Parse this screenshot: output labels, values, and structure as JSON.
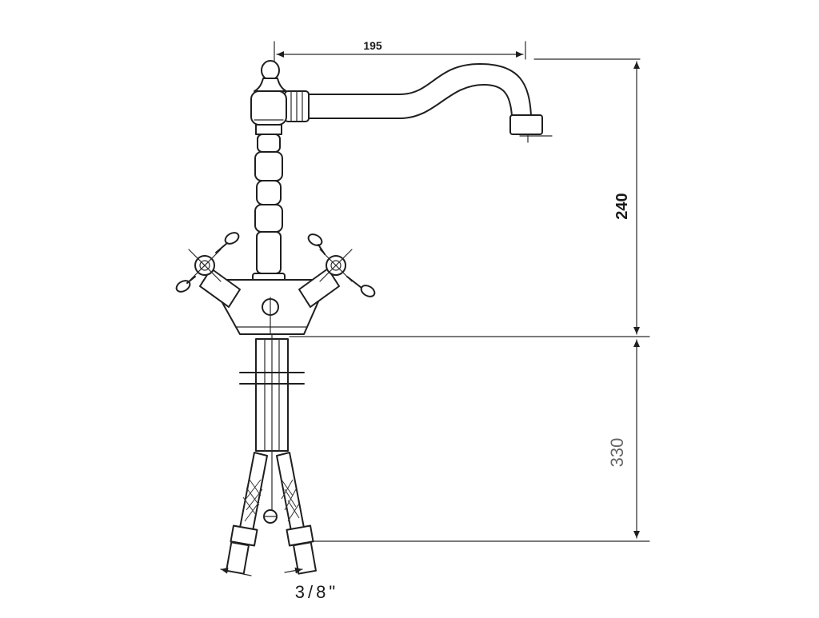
{
  "dimensions": {
    "spout_reach": "195",
    "spout_height": "240",
    "hose_length": "330",
    "connection_size": "3/8\""
  }
}
